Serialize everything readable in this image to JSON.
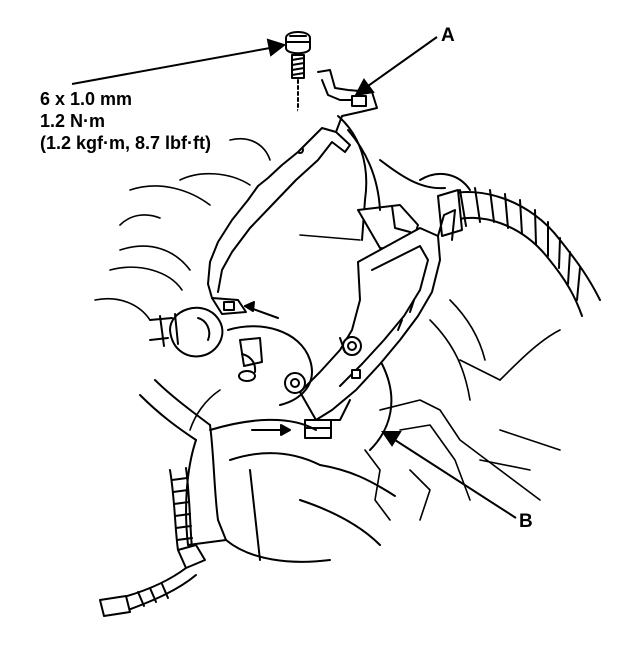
{
  "spec": {
    "size": "6 x 1.0 mm",
    "torque": "1.2 N·m",
    "torque_alt": "(1.2 kgf·m, 8.7 lbf·ft)"
  },
  "callouts": {
    "a": "A",
    "b": "B"
  },
  "colors": {
    "ink": "#000000",
    "paper": "#ffffff"
  }
}
